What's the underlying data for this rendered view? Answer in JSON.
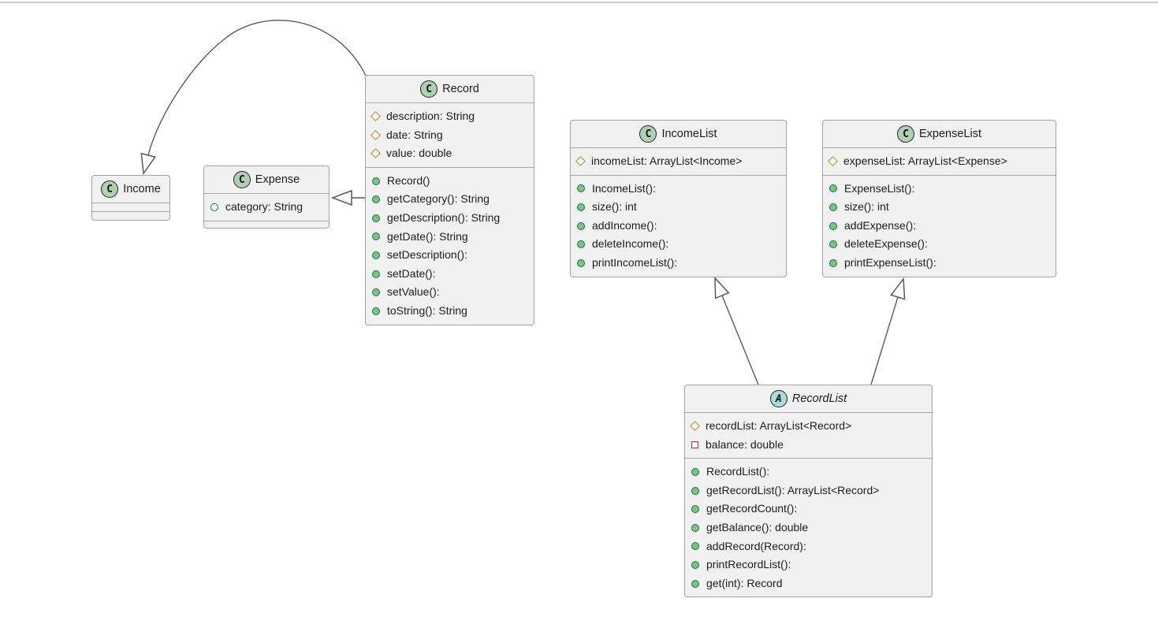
{
  "diagram_type": "uml-class-diagram",
  "colors": {
    "box_background": "#f1f1f1",
    "box_border": "#a3a3a3",
    "line": "#5a5a5a",
    "class_spot_fill": "#ADD1B2",
    "abstract_spot_fill": "#A9DCDF",
    "public_method_icon": "#84BE84",
    "public_icon_border": "#038048",
    "protected_icon_border": "#B38D22",
    "private_icon_border": "#C82930",
    "text": "#1c1c1c"
  },
  "classes": {
    "income": {
      "name": "Income",
      "kind": "class",
      "icon_letter": "C",
      "attributes": [],
      "methods": []
    },
    "expense": {
      "name": "Expense",
      "kind": "class",
      "icon_letter": "C",
      "attributes": [
        {
          "visibility": "public",
          "kind": "field",
          "text": "category: String"
        }
      ],
      "methods": []
    },
    "record": {
      "name": "Record",
      "kind": "class",
      "icon_letter": "C",
      "attributes": [
        {
          "visibility": "protected",
          "kind": "field",
          "text": "description: String"
        },
        {
          "visibility": "protected",
          "kind": "field",
          "text": "date: String"
        },
        {
          "visibility": "protected",
          "kind": "field",
          "text": "value: double"
        }
      ],
      "methods": [
        {
          "visibility": "public",
          "kind": "method",
          "text": "Record()"
        },
        {
          "visibility": "public",
          "kind": "method",
          "text": "getCategory(): String"
        },
        {
          "visibility": "public",
          "kind": "method",
          "text": "getDescription(): String"
        },
        {
          "visibility": "public",
          "kind": "method",
          "text": "getDate(): String"
        },
        {
          "visibility": "public",
          "kind": "method",
          "text": "setDescription():"
        },
        {
          "visibility": "public",
          "kind": "method",
          "text": "setDate():"
        },
        {
          "visibility": "public",
          "kind": "method",
          "text": "setValue():"
        },
        {
          "visibility": "public",
          "kind": "method",
          "text": "toString(): String"
        }
      ]
    },
    "incomeList": {
      "name": "IncomeList",
      "kind": "class",
      "icon_letter": "C",
      "attributes": [
        {
          "visibility": "protected",
          "kind": "field",
          "text": "incomeList: ArrayList<Income>"
        }
      ],
      "methods": [
        {
          "visibility": "public",
          "kind": "method",
          "text": "IncomeList():"
        },
        {
          "visibility": "public",
          "kind": "method",
          "text": "size(): int"
        },
        {
          "visibility": "public",
          "kind": "method",
          "text": "addIncome():"
        },
        {
          "visibility": "public",
          "kind": "method",
          "text": "deleteIncome():"
        },
        {
          "visibility": "public",
          "kind": "method",
          "text": "printIncomeList():"
        }
      ]
    },
    "expenseList": {
      "name": "ExpenseList",
      "kind": "class",
      "icon_letter": "C",
      "attributes": [
        {
          "visibility": "protected",
          "kind": "field",
          "text": "expenseList: ArrayList<Expense>"
        }
      ],
      "methods": [
        {
          "visibility": "public",
          "kind": "method",
          "text": "ExpenseList():"
        },
        {
          "visibility": "public",
          "kind": "method",
          "text": "size(): int"
        },
        {
          "visibility": "public",
          "kind": "method",
          "text": "addExpense():"
        },
        {
          "visibility": "public",
          "kind": "method",
          "text": "deleteExpense():"
        },
        {
          "visibility": "public",
          "kind": "method",
          "text": "printExpenseList():"
        }
      ]
    },
    "recordList": {
      "name": "RecordList",
      "kind": "abstract class",
      "icon_letter": "A",
      "attributes": [
        {
          "visibility": "protected",
          "kind": "field",
          "text": "recordList: ArrayList<Record>"
        },
        {
          "visibility": "private",
          "kind": "field",
          "text": "balance: double"
        }
      ],
      "methods": [
        {
          "visibility": "public",
          "kind": "method",
          "text": "RecordList():"
        },
        {
          "visibility": "public",
          "kind": "method",
          "text": "getRecordList(): ArrayList<Record>"
        },
        {
          "visibility": "public",
          "kind": "method",
          "text": "getRecordCount():"
        },
        {
          "visibility": "public",
          "kind": "method",
          "text": "getBalance(): double"
        },
        {
          "visibility": "public",
          "kind": "method",
          "text": "addRecord(Record):"
        },
        {
          "visibility": "public",
          "kind": "method",
          "text": "printRecordList():"
        },
        {
          "visibility": "public",
          "kind": "method",
          "text": "get(int): Record"
        }
      ]
    }
  },
  "relations": [
    {
      "type": "inheritance",
      "from": "Record",
      "to": "Income",
      "style": "curved"
    },
    {
      "type": "inheritance",
      "from": "Record",
      "to": "Expense",
      "style": "straight"
    },
    {
      "type": "inheritance",
      "from": "RecordList",
      "to": "IncomeList",
      "style": "straight"
    },
    {
      "type": "inheritance",
      "from": "RecordList",
      "to": "ExpenseList",
      "style": "straight"
    }
  ]
}
